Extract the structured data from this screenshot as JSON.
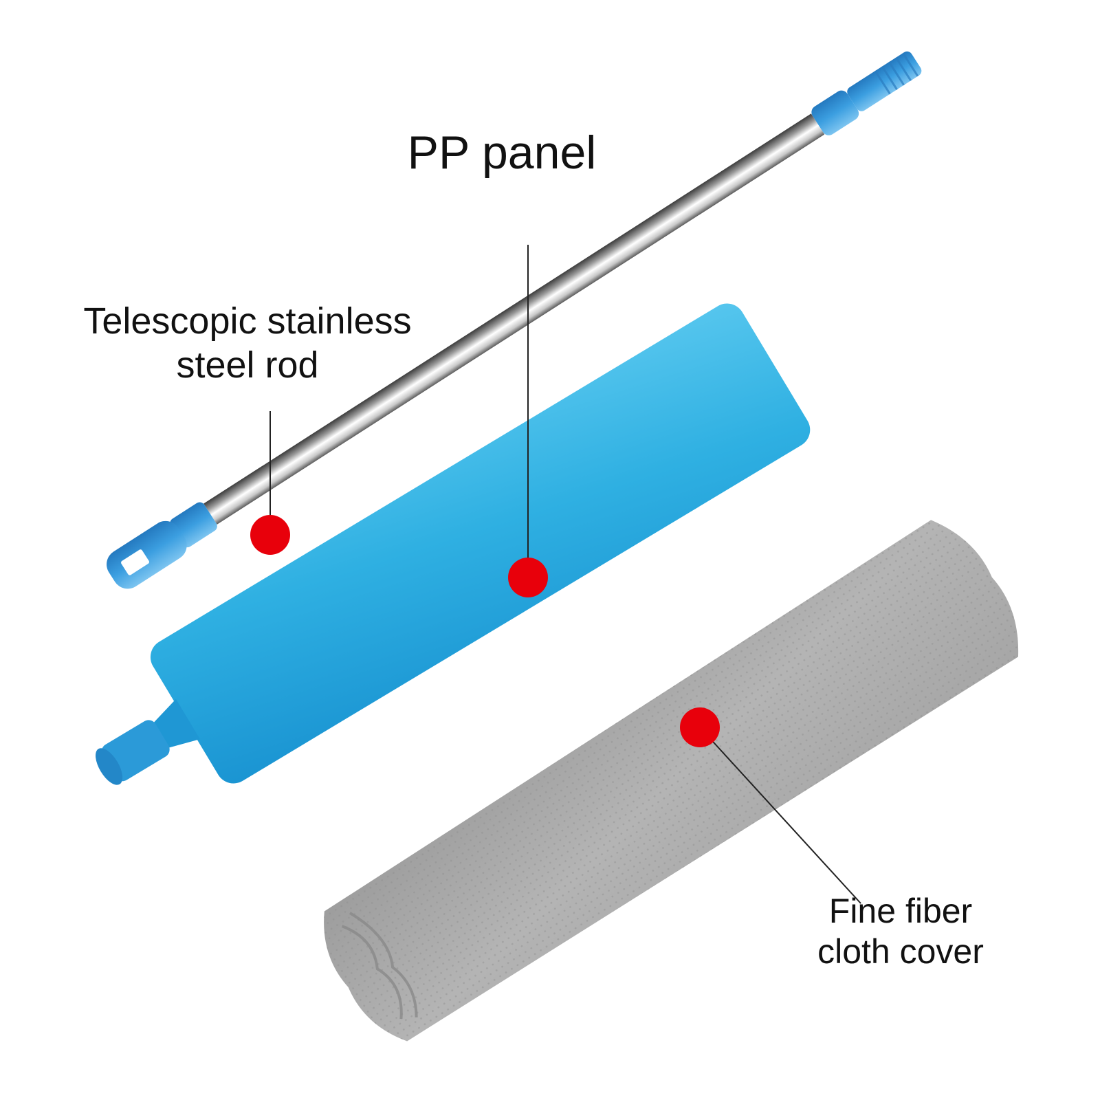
{
  "labels": {
    "panel": "PP panel",
    "rod_line1": "Telescopic stainless",
    "rod_line2": "steel rod",
    "cloth_line1": "Fine fiber",
    "cloth_line2": "cloth cover"
  },
  "icons": {
    "rod": "stainless-steel-rod-icon",
    "panel": "pp-panel-icon",
    "cloth": "fiber-cloth-cover-icon",
    "marker": "red-dot-marker"
  },
  "colors": {
    "background": "#ffffff",
    "blue_part": "#3b9ee0",
    "panel_blue": "#2aa8dc",
    "cloth_gray": "#a9a9a9",
    "marker_red": "#e8000b",
    "leader_line": "#222222",
    "text": "#111111"
  }
}
